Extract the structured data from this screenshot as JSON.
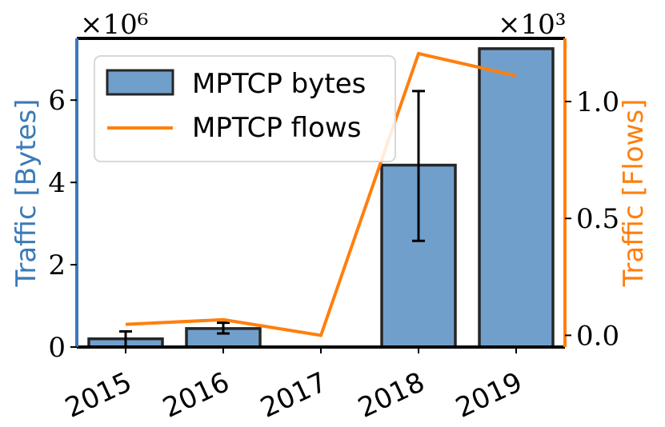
{
  "chart_data": {
    "type": "bar",
    "categories": [
      "2015",
      "2016",
      "2017",
      "2018",
      "2019"
    ],
    "bytes": {
      "values": [
        200000,
        450000,
        0,
        4420000,
        7250000
      ],
      "error_low": [
        0,
        330000,
        null,
        2580000,
        null
      ],
      "error_high": [
        380000,
        590000,
        null,
        6220000,
        null
      ],
      "color": "#3a7ab8"
    },
    "flows": {
      "values": [
        47,
        67,
        0,
        1205,
        1110
      ],
      "color": "#ff7f0e"
    },
    "y_left": {
      "label": "Traffic [Bytes]",
      "multiplier": "×10⁶",
      "ylim": [
        0,
        7500000
      ],
      "ticks": [
        0,
        2000000,
        4000000,
        6000000
      ],
      "tick_labels": [
        "0",
        "2",
        "4",
        "6"
      ]
    },
    "y_right": {
      "label_prefix": "Traffic ",
      "label_suffix": "[Flows]",
      "multiplier": "×10³",
      "ylim": [
        -50,
        1270
      ],
      "ticks": [
        0,
        500,
        1000
      ],
      "tick_labels": [
        "0.0",
        "0.5",
        "1.0"
      ]
    },
    "legend": {
      "position": "top-left",
      "items": [
        "MPTCP bytes",
        "MPTCP flows"
      ]
    },
    "grid": false
  }
}
